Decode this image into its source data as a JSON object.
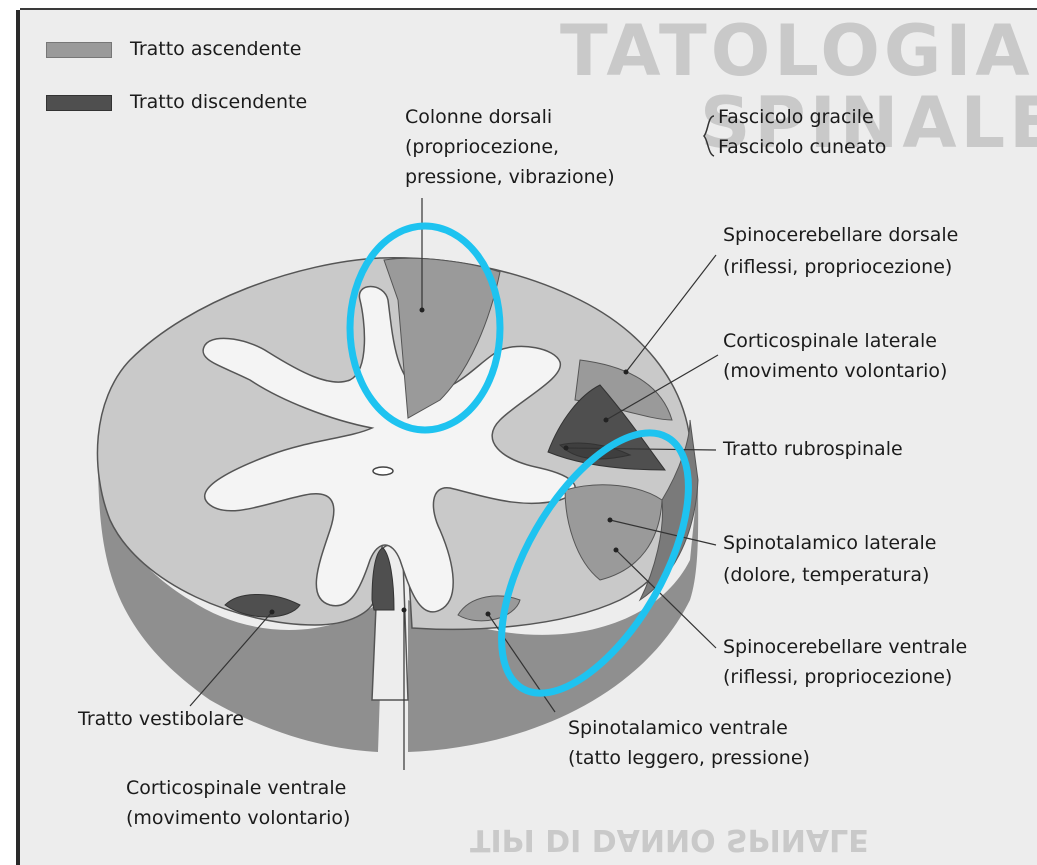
{
  "legend": {
    "ascending_label": "Tratto ascendente",
    "descending_label": "Tratto discendente",
    "ascending_color": "#9a9a9a",
    "descending_color": "#4f4f4f"
  },
  "labels": {
    "dorsal_columns": [
      "Colonne dorsali",
      "(propriocezione,",
      "pressione, vibrazione)"
    ],
    "fasciculus": [
      "Fascicolo gracile",
      "Fascicolo cuneato"
    ],
    "dorsal_spinocerebellar": [
      "Spinocerebellare dorsale",
      "(riflessi, propriocezione)"
    ],
    "lateral_corticospinal": [
      "Corticospinale laterale",
      "(movimento volontario)"
    ],
    "rubrospinal": [
      "Tratto rubrospinale"
    ],
    "lateral_spinothalamic": [
      "Spinotalamico laterale",
      "(dolore, temperatura)"
    ],
    "ventral_spinocerebellar": [
      "Spinocerebellare ventrale",
      "(riflessi, propriocezione)"
    ],
    "ventral_spinothalamic": [
      "Spinotalamico ventrale",
      "(tatto leggero, pressione)"
    ],
    "vestibular": [
      "Tratto vestibolare"
    ],
    "ventral_corticospinal": [
      "Corticospinale ventrale",
      "(movimento volontario)"
    ]
  },
  "background_text": {
    "heading_1": "TATOLOGIA",
    "heading_2": "SPINALE",
    "footer_heading": "TIPI DI DANNO SPINALE"
  },
  "colors": {
    "highlight": "#1ec3f0",
    "white_matter": "#c9c9c9",
    "gray_matter": "#f4f4f4",
    "side_wall": "#8f8f8f",
    "ascending": "#9a9a9a",
    "descending": "#4f4f4f"
  }
}
